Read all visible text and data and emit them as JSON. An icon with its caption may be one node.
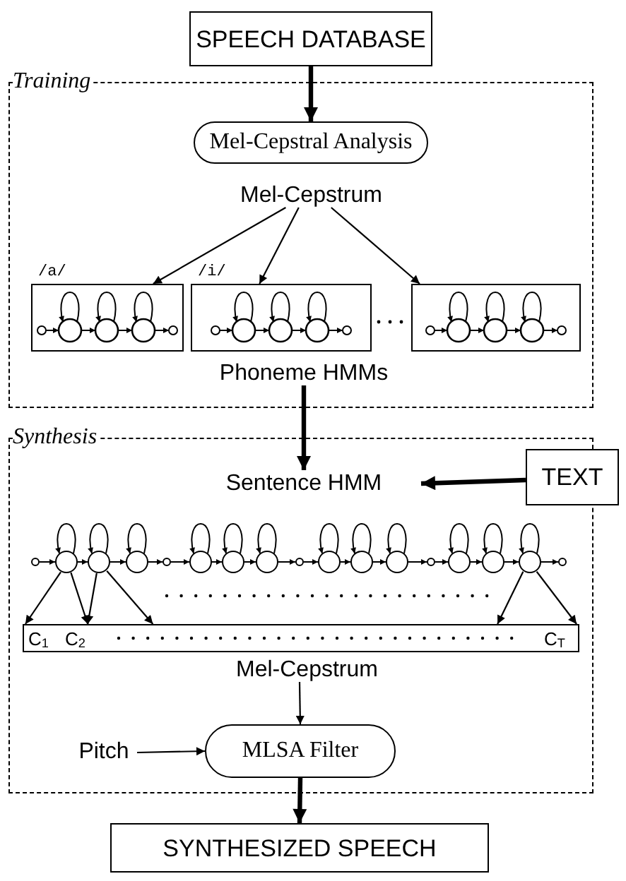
{
  "diagram": {
    "nodes": [
      {
        "text": [
          "SPEECH DATABASE"
        ]
      },
      {
        "text": [
          "Training"
        ]
      },
      {
        "text": [
          "Mel-Cepstral Analysis"
        ],
        "in": 1
      },
      {
        "text": [
          "Mel-Cepstrum"
        ],
        "in": 1
      },
      {
        "text": [
          "/a/"
        ],
        "in": 1
      },
      {
        "text": [
          "/i/"
        ],
        "in": 1
      },
      {
        "text": [],
        "shape": "box",
        "in": 1
      },
      {
        "text": [
          "Phoneme HMMs"
        ],
        "in": 1
      },
      {
        "text": [
          "Synthesis"
        ]
      },
      {
        "text": [
          "Sentence HMM"
        ],
        "in": 8
      },
      {
        "text": [
          "TEXT"
        ]
      },
      {
        "text": [],
        "shape": "circle",
        "in": 8
      },
      {
        "text": [],
        "shape": "circle",
        "in": 8
      },
      {
        "text": [],
        "shape": "circle",
        "in": 8
      },
      {
        "text": [],
        "shape": "circle",
        "in": 8
      },
      {
        "text": [],
        "shape": "circle",
        "in": 8
      },
      {
        "text": [],
        "shape": "circle",
        "in": 8
      },
      {
        "text": [],
        "shape": "circle",
        "in": 8
      },
      {
        "text": [],
        "shape": "circle",
        "in": 8
      },
      {
        "text": [],
        "shape": "circle",
        "in": 8
      },
      {
        "text": [],
        "shape": "circle",
        "in": 8
      },
      {
        "text": [],
        "shape": "circle",
        "in": 8
      },
      {
        "text": [],
        "shape": "circle",
        "in": 8
      },
      {
        "text": [],
        "shape": "circle",
        "in": 8
      },
      {
        "text": [],
        "shape": "circle",
        "in": 8
      },
      {
        "text": [],
        "shape": "circle",
        "in": 8
      },
      {
        "text": [],
        "shape": "circle",
        "in": 8
      },
      {
        "text": [],
        "shape": "circle",
        "in": 8
      },
      {
        "text": [
          "C$_{1}$",
          "C$_{2}$",
          "C$_{T}$"
        ],
        "in": 8
      },
      {
        "text": [
          "Mel-Cepstrum"
        ],
        "in": 8
      },
      {
        "text": [
          "Pitch"
        ],
        "in": 8
      },
      {
        "text": [
          "MLSA Filter"
        ],
        "in": 8
      },
      {
        "text": [
          "SYNTHESIZED SPEECH"
        ]
      }
    ],
    "edges": [
      {
        "from": 0,
        "to": 2,
        "arrow": "to",
        "style": "thick"
      },
      {
        "from": 3,
        "to": 4,
        "arrow": "to"
      },
      {
        "from": 3,
        "to": 5,
        "arrow": "to"
      },
      {
        "from": 3,
        "to": 6,
        "arrow": "to"
      },
      {
        "from": 7,
        "to": 9,
        "arrow": "to",
        "style": "thick"
      },
      {
        "from": 10,
        "to": 9,
        "arrow": "to",
        "style": "thick"
      },
      {
        "from": 12,
        "to": 28,
        "arrow": "to"
      },
      {
        "from": 12,
        "to": 28,
        "arrow": "to"
      },
      {
        "from": 13,
        "to": 28,
        "arrow": "to"
      },
      {
        "from": 13,
        "to": 28,
        "arrow": "to"
      },
      {
        "from": 26,
        "to": 28,
        "arrow": "to"
      },
      {
        "from": 26,
        "to": 28,
        "arrow": "to"
      },
      {
        "from": 29,
        "to": 31,
        "arrow": "to"
      },
      {
        "from": 30,
        "to": 31,
        "arrow": "to"
      },
      {
        "from": 31,
        "to": 32,
        "arrow": "to",
        "style": "thick"
      },
      {
        "from": 11,
        "to": 12,
        "arrow": "to"
      },
      {
        "from": 12,
        "to": 13,
        "arrow": "to"
      },
      {
        "from": 13,
        "to": 14,
        "arrow": "to"
      },
      {
        "from": 14,
        "to": 15,
        "arrow": "to"
      },
      {
        "from": 15,
        "to": 16,
        "arrow": "to"
      },
      {
        "from": 16,
        "to": 17,
        "arrow": "to"
      },
      {
        "from": 17,
        "to": 18,
        "arrow": "to"
      },
      {
        "from": 18,
        "to": 19,
        "arrow": "to"
      },
      {
        "from": 19,
        "to": 20,
        "arrow": "to"
      },
      {
        "from": 20,
        "to": 21,
        "arrow": "to"
      },
      {
        "from": 21,
        "to": 22,
        "arrow": "to"
      },
      {
        "from": 22,
        "to": 23,
        "arrow": "to"
      },
      {
        "from": 23,
        "to": 24,
        "arrow": "to"
      },
      {
        "from": 24,
        "to": 25,
        "arrow": "to"
      },
      {
        "from": 25,
        "to": 26,
        "arrow": "to"
      },
      {
        "from": 26,
        "to": 27,
        "arrow": "to"
      },
      {
        "from": 12,
        "to": 12,
        "arrow": "to"
      },
      {
        "from": 13,
        "to": 13,
        "arrow": "to"
      },
      {
        "from": 14,
        "to": 14,
        "arrow": "to"
      },
      {
        "from": 16,
        "to": 16,
        "arrow": "to"
      },
      {
        "from": 17,
        "to": 17,
        "arrow": "to"
      },
      {
        "from": 18,
        "to": 18,
        "arrow": "to"
      },
      {
        "from": 20,
        "to": 20,
        "arrow": "to"
      },
      {
        "from": 21,
        "to": 21,
        "arrow": "to"
      },
      {
        "from": 22,
        "to": 22,
        "arrow": "to"
      },
      {
        "from": 24,
        "to": 24,
        "arrow": "to"
      },
      {
        "from": 25,
        "to": 25,
        "arrow": "to"
      },
      {
        "from": 26,
        "to": 26,
        "arrow": "to"
      }
    ]
  }
}
